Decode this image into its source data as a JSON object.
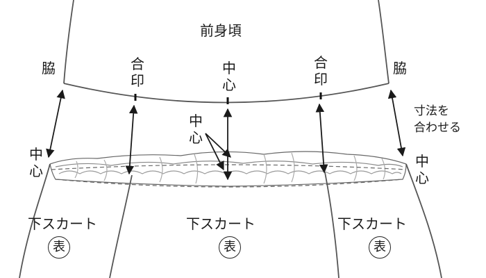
{
  "title": "前身頃",
  "labels": {
    "side_left": "脇",
    "side_right": "脇",
    "notch_left": [
      "合",
      "印"
    ],
    "center_top": [
      "中",
      "心"
    ],
    "notch_right": [
      "合",
      "印"
    ],
    "skirt_center_left": [
      "中",
      "心"
    ],
    "skirt_center_right": [
      "中",
      "心"
    ],
    "skirt_center_mid": [
      "中",
      "心"
    ],
    "match_note": [
      "寸法を",
      "合わせる"
    ]
  },
  "skirt_panels": [
    {
      "name": "下スカート",
      "side": "表"
    },
    {
      "name": "下スカート",
      "side": "表"
    },
    {
      "name": "下スカート",
      "side": "表"
    }
  ]
}
